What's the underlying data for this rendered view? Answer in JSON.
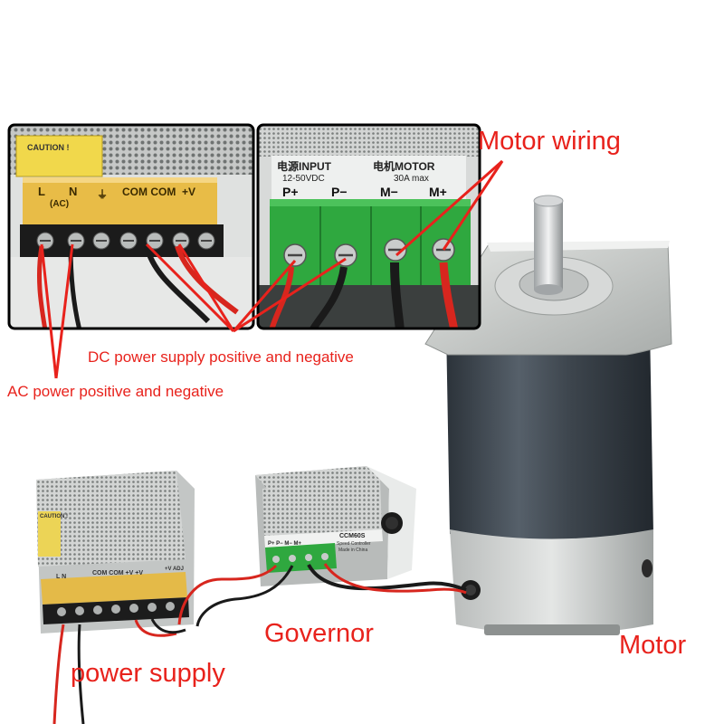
{
  "annotations": {
    "motor_wiring": "Motor wiring",
    "dc_power": "DC power supply positive and negative",
    "ac_power": "AC power positive and negative",
    "governor": "Governor",
    "power_supply": "power supply",
    "motor": "Motor"
  },
  "psu_terminal_labels": {
    "l": "L",
    "n": "N",
    "ac": "(AC)",
    "ground": "⏚",
    "com_com": "COM COM",
    "plus_v": "+V",
    "caution": "CAUTION !"
  },
  "controller_labels": {
    "input": "电源INPUT",
    "motor": "电机MOTOR",
    "voltage": "12-50VDC",
    "current": "30A max",
    "p_plus": "P+",
    "p_minus": "P−",
    "m_minus": "M−",
    "m_plus": "M+",
    "model": "CCM60S",
    "speed": "Speed Controller",
    "made": "Made in China",
    "small_terms": "P+ P− M− M+"
  },
  "small_psu_labels": {
    "ln": "L  N",
    "com": "COM COM +V +V",
    "adj": "+V ADJ",
    "caution": "CAUTION !"
  },
  "colors": {
    "annotation_red": "#e8221c",
    "terminal_green": "#2fa83f",
    "psu_amber": "#e8b83a",
    "motor_body": "#3a4149",
    "motor_flange": "#c9ccc9"
  }
}
